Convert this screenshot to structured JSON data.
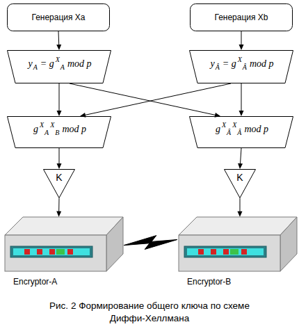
{
  "diagram": {
    "caption": "Рис. 2 Формирование общего ключа по схеме Диффи-Хеллмана",
    "nodes": [
      {
        "text": [
          "Генерация Xa"
        ]
      },
      {
        "text": [
          "Генерация Xb"
        ]
      },
      {
        "text": [
          "y",
          "A",
          "= g",
          "X",
          "A",
          "mod p"
        ]
      },
      {
        "text": [
          "y",
          "Â",
          "= g",
          "X",
          "Â",
          "mod p"
        ]
      },
      {
        "text": [
          "g",
          "X",
          "A",
          "X",
          "B",
          "mod p"
        ]
      },
      {
        "text": [
          "g",
          "X",
          "Â",
          "X",
          "Â",
          "mod p"
        ]
      },
      {
        "text": [
          "K"
        ]
      },
      {
        "text": [
          "K"
        ]
      },
      {
        "text": [
          "Encryptor-A"
        ]
      },
      {
        "text": [
          "Encryptor-B"
        ]
      }
    ],
    "edges": [
      {
        "from": 0,
        "to": 2,
        "arrow": "to"
      },
      {
        "from": 1,
        "to": 3,
        "arrow": "to"
      },
      {
        "from": 2,
        "to": 4,
        "arrow": "to"
      },
      {
        "from": 2,
        "to": 5,
        "arrow": "to"
      },
      {
        "from": 3,
        "to": 4,
        "arrow": "to"
      },
      {
        "from": 3,
        "to": 5,
        "arrow": "to"
      },
      {
        "from": 4,
        "to": 6,
        "arrow": "to"
      },
      {
        "from": 5,
        "to": 7,
        "arrow": "to"
      },
      {
        "from": 6,
        "to": 8,
        "arrow": "to"
      },
      {
        "from": 7,
        "to": 9,
        "arrow": "to"
      },
      {
        "from": 8,
        "to": 9,
        "arrow": "none"
      }
    ]
  }
}
